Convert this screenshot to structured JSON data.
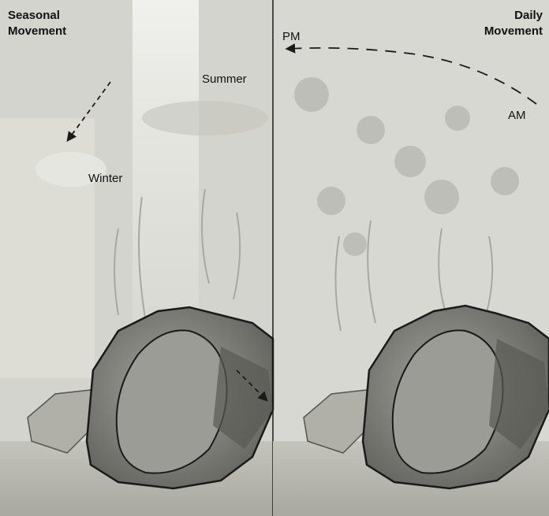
{
  "left_panel": {
    "title_line1": "Seasonal",
    "title_line2": "Movement",
    "label_summer": "Summer",
    "label_winter": "Winter"
  },
  "right_panel": {
    "title_line1": "Daily",
    "title_line2": "Movement",
    "label_pm": "PM",
    "label_am": "AM"
  },
  "colors": {
    "background": "#d6d6d0",
    "sky_light": "#e8e8e4",
    "rock": "#8a8a84",
    "rock_dark": "#4a4a46",
    "ink": "#1a1a1a"
  }
}
